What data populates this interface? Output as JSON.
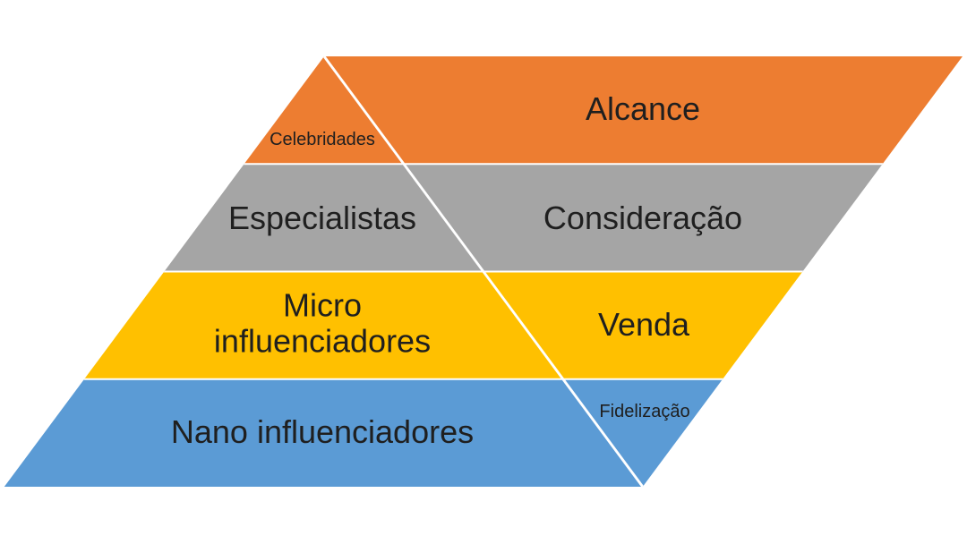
{
  "diagram": {
    "text_color": "#1f1f1f",
    "divider_color": "#ffffff",
    "rows": [
      {
        "influencer": "Celebridades",
        "stage": "Alcance",
        "color": "#ED7D31"
      },
      {
        "influencer": "Especialistas",
        "stage": "Consideração",
        "color": "#A5A5A5"
      },
      {
        "influencer": "Micro influenciadores",
        "stage": "Venda",
        "color": "#FFC000"
      },
      {
        "influencer": "Nano influenciadores",
        "stage": "Fidelização",
        "color": "#5B9BD5"
      }
    ]
  }
}
